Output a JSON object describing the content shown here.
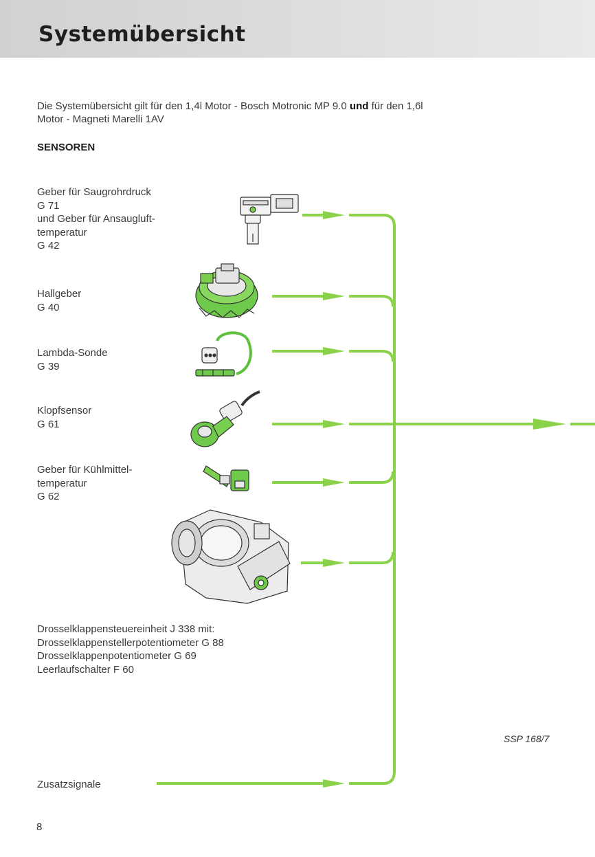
{
  "header": {
    "title": "Systemübersicht"
  },
  "intro": {
    "line1_a": "Die Systemübersicht gilt für den 1,4l Motor - Bosch Motronic MP 9.0 ",
    "line1_bold": "und",
    "line1_b": " für den 1,6l",
    "line2": "Motor - Magneti Marelli 1AV"
  },
  "section_title": "SENSOREN",
  "sensors": [
    {
      "lines": [
        "Geber für Saugrohrdruck",
        "G 71",
        "und Geber für Ansaugluft-",
        "temperatur",
        "G 42"
      ]
    },
    {
      "lines": [
        "Hallgeber",
        "G 40"
      ]
    },
    {
      "lines": [
        "Lambda-Sonde",
        "G 39"
      ]
    },
    {
      "lines": [
        "Klopfsensor",
        "G 61"
      ]
    },
    {
      "lines": [
        "Geber für Kühlmittel-",
        "temperatur",
        "G 62"
      ]
    },
    {
      "lines": [
        "Drosselklappensteuereinheit J 338 mit:",
        "Drosselklappenstellerpotentiometer G 88",
        "Drosselklappenpotentiometer G 69",
        "Leerlaufschalter F 60"
      ]
    },
    {
      "lines": [
        "Zusatzsignale"
      ]
    }
  ],
  "figure_ref": "SSP 168/7",
  "page_number": "8",
  "colors": {
    "signal_green": "#8ad24a",
    "component_green": "#6fc94a",
    "title_band": "#d6d8d9"
  }
}
